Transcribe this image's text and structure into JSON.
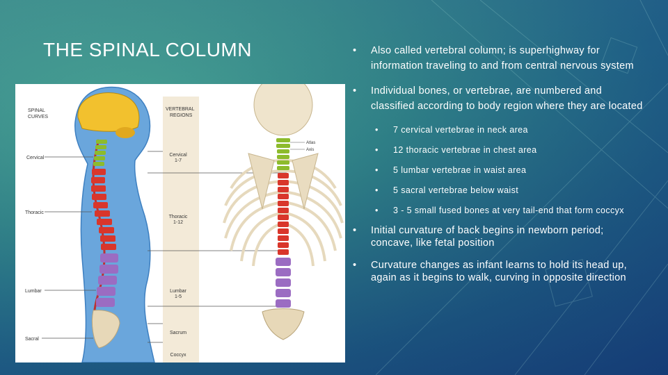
{
  "slide": {
    "title": "THE SPINAL COLUMN",
    "bullets": [
      {
        "text": "Also called vertebral column; is superhighway for information traveling to and from central nervous system"
      },
      {
        "text": "Individual bones, or vertebrae, are numbered and classified according to body region where they are located"
      },
      {
        "text": "7 cervical vertebrae in neck area"
      },
      {
        "text": "12 thoracic vertebrae in chest area"
      },
      {
        "text": "5 lumbar vertebrae in waist area"
      },
      {
        "text": "5 sacral vertebrae below waist"
      },
      {
        "text": "3 - 5 small fused bones at very tail-end that form coccyx"
      },
      {
        "text": "Initial curvature of back begins in newborn period; concave, like fetal position"
      },
      {
        "text": "Curvature changes as infant learns to hold its head up, again as it begins to walk, curving in opposite direction"
      }
    ],
    "bullet_glyph": "•"
  },
  "figure": {
    "left_heading": "SPINAL CURVES",
    "left_heading_1": "SPINAL",
    "left_heading_2": "CURVES",
    "right_heading_1": "VERTEBRAL",
    "right_heading_2": "REGIONS",
    "curves": [
      "Cervical",
      "Thoracic",
      "Lumbar",
      "Sacral"
    ],
    "regions": [
      {
        "name": "Cervical",
        "range": "1-7"
      },
      {
        "name": "Thoracic",
        "range": "1-12"
      },
      {
        "name": "Lumbar",
        "range": "1-5"
      },
      {
        "name": "Sacrum",
        "range": ""
      },
      {
        "name": "Coccyx",
        "range": ""
      }
    ],
    "labels": {
      "atlas": "Atlas",
      "axis": "Axis"
    },
    "colors": {
      "cervical": "#8dbb2c",
      "thoracic": "#d9362b",
      "lumbar": "#9b6cc2",
      "sacral": "#e7d8b8",
      "brain": "#f2c12e",
      "body": "#5b9bd5"
    }
  }
}
